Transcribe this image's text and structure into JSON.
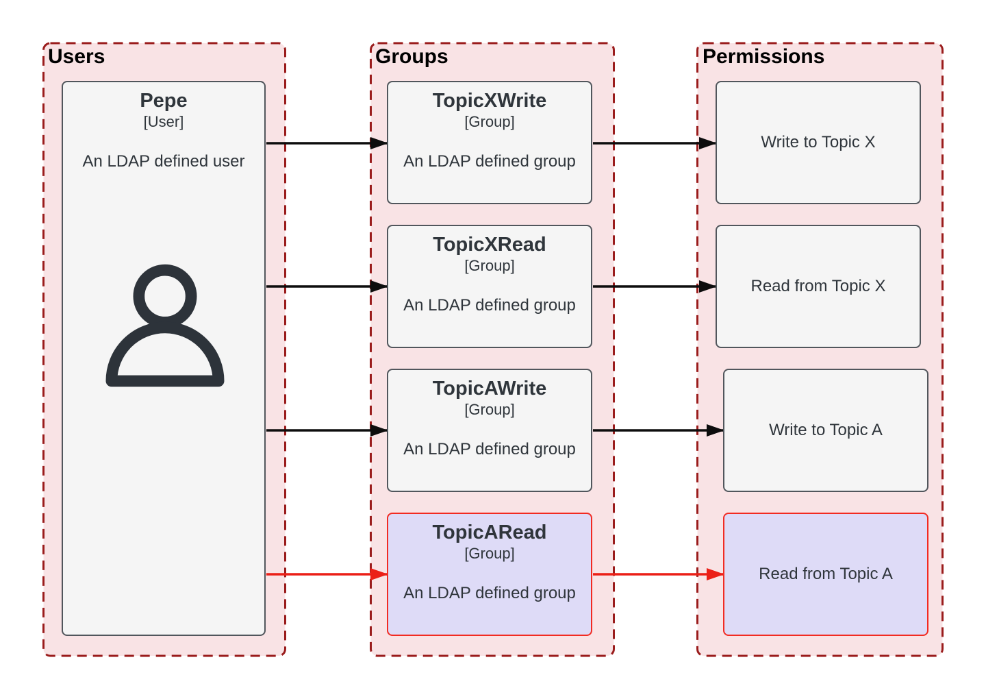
{
  "colors": {
    "background": "#ffffff",
    "container_fill": "#f9e3e5",
    "container_border": "#9a1c1c",
    "node_fill": "#f5f5f5",
    "node_border": "#51565c",
    "node_text": "#2f353b",
    "heading_text": "#000000",
    "highlight_fill": "#dedbf7",
    "highlight_border": "#f22b22",
    "edge_black": "#0d0d0d",
    "edge_red": "#eb1f17",
    "icon_color": "#2d333a"
  },
  "columns": {
    "users": {
      "label": "Users",
      "nodes": [
        {
          "title": "Pepe",
          "subtitle": "[User]",
          "description": "An LDAP defined user",
          "icon": "person-icon",
          "highlighted": false
        }
      ]
    },
    "groups": {
      "label": "Groups",
      "nodes": [
        {
          "title": "TopicXWrite",
          "subtitle": "[Group]",
          "description": "An LDAP defined group",
          "highlighted": false
        },
        {
          "title": "TopicXRead",
          "subtitle": "[Group]",
          "description": "An LDAP defined group",
          "highlighted": false
        },
        {
          "title": "TopicAWrite",
          "subtitle": "[Group]",
          "description": "An LDAP defined group",
          "highlighted": false
        },
        {
          "title": "TopicARead",
          "subtitle": "[Group]",
          "description": "An LDAP defined group",
          "highlighted": true
        }
      ]
    },
    "permissions": {
      "label": "Permissions",
      "nodes": [
        {
          "label": "Write to Topic X",
          "highlighted": false
        },
        {
          "label": "Read from Topic X",
          "highlighted": false
        },
        {
          "label": "Write to Topic A",
          "highlighted": false
        },
        {
          "label": "Read from Topic A",
          "highlighted": true
        }
      ]
    }
  },
  "edges": [
    {
      "from": "Pepe",
      "to": "TopicXWrite",
      "color": "black"
    },
    {
      "from": "Pepe",
      "to": "TopicXRead",
      "color": "black"
    },
    {
      "from": "Pepe",
      "to": "TopicAWrite",
      "color": "black"
    },
    {
      "from": "Pepe",
      "to": "TopicARead",
      "color": "red"
    },
    {
      "from": "TopicXWrite",
      "to": "Write to Topic X",
      "color": "black"
    },
    {
      "from": "TopicXRead",
      "to": "Read from Topic X",
      "color": "black"
    },
    {
      "from": "TopicAWrite",
      "to": "Write to Topic A",
      "color": "black"
    },
    {
      "from": "TopicARead",
      "to": "Read from Topic A",
      "color": "red"
    }
  ]
}
